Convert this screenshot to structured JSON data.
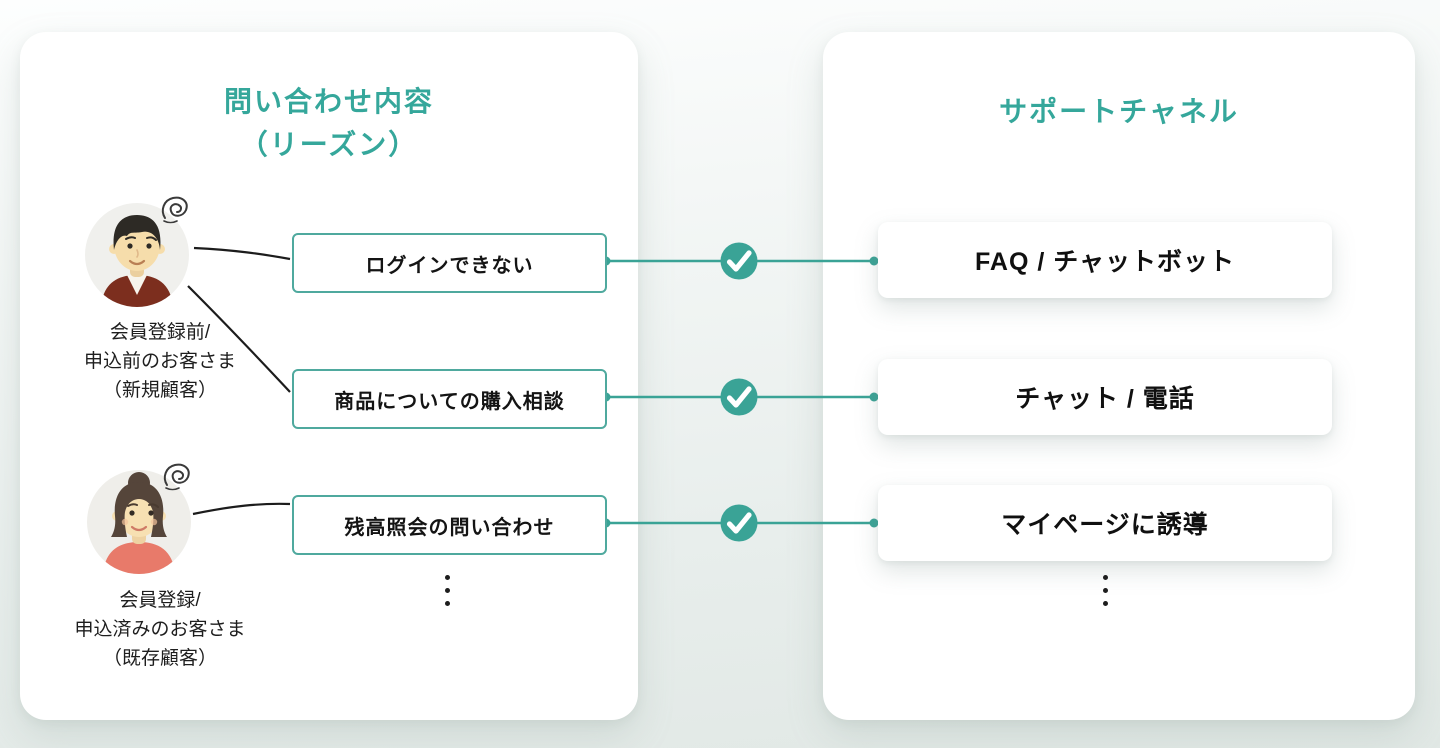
{
  "colors": {
    "teal_accent": "#35a79b",
    "check_fill": "#3aa396",
    "reason_box_border": "#4fa99e",
    "connector_black": "#1c1c1c",
    "card_background": "#ffffff"
  },
  "icons": {
    "check_icon": "✓",
    "confusion_icon": "scribble"
  },
  "left_card": {
    "title_line1": "問い合わせ内容",
    "title_line2": "（リーズン）",
    "personas": [
      {
        "label_line1": "会員登録前/",
        "label_line2": "申込前のお客さま",
        "label_line3": "（新規顧客）"
      },
      {
        "label_line1": "会員登録/",
        "label_line2": "申込済みのお客さま",
        "label_line3": "（既存顧客）"
      }
    ],
    "reasons": [
      "ログインできない",
      "商品についての購入相談",
      "残高照会の問い合わせ"
    ]
  },
  "right_card": {
    "title": "サポートチャネル",
    "channels": [
      "FAQ / チャットボット",
      "チャット / 電話",
      "マイページに誘導"
    ]
  }
}
